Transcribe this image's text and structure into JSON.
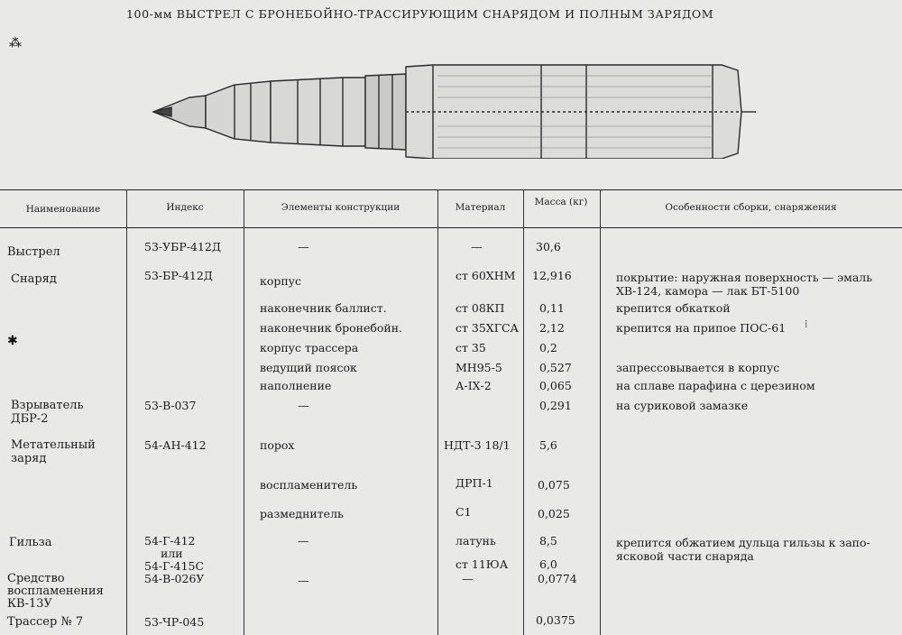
{
  "title": "100-мм ВЫСТРЕЛ С БРОНЕБОЙНО-ТРАССИРУЮЩИМ СНАРЯДОМ И ПОЛНЫМ ЗАРЯДОМ",
  "columns": {
    "name": "Наименование",
    "index": "Индекс",
    "elements": "Элементы конструкции",
    "material": "Материал",
    "mass": "Масса (кг)",
    "notes": "Особенности сборки, снаряжения"
  },
  "rows": {
    "vystrel": {
      "name": "Выстрел",
      "index": "53-УБР-412Д",
      "element": "—",
      "material": "—",
      "mass": "30,6"
    },
    "snaryad": {
      "name": "Снаряд",
      "index": "53-БР-412Д",
      "element": "корпус",
      "material": "ст 60ХНМ",
      "mass": "12,916",
      "note1": "покрытие: наружная поверхность — эмаль",
      "note2": "ХВ-124, камора — лак БТ-5100"
    },
    "nak_ball": {
      "element": "наконечник баллист.",
      "material": "ст 08КП",
      "mass": "0,11",
      "note": "крепится обкаткой"
    },
    "nak_bron": {
      "element": "наконечник бронебойн.",
      "material": "ст 35ХГСА",
      "mass": "2,12",
      "note": "крепится на припое ПОС-61"
    },
    "korpus_tras": {
      "element": "корпус трассера",
      "material": "ст 35",
      "mass": "0,2"
    },
    "poyasok": {
      "element": "ведущий поясок",
      "material": "МН95-5",
      "mass": "0,527",
      "note": "запрессовывается в корпус"
    },
    "napolnenie": {
      "element": "наполнение",
      "material": "А-IХ-2",
      "mass": "0,065",
      "note": "на сплаве парафина с церезином"
    },
    "vzryvatel": {
      "name1": "Взрыватель",
      "name2": "ДБР-2",
      "index": "53-В-037",
      "element": "—",
      "mass": "0,291",
      "note": "на суриковой замазке"
    },
    "zaryad": {
      "name1": "Метательный",
      "name2": "заряд",
      "index": "54-АН-412",
      "element": "порох",
      "material": "НДТ-3 18/1",
      "mass": "5,6"
    },
    "vosplam": {
      "element": "воспламенитель",
      "material": "ДРП-1",
      "mass": "0,075"
    },
    "razmed": {
      "element": "размеднитель",
      "material": "С1",
      "mass": "0,025"
    },
    "gilza": {
      "name": "Гильза",
      "index1": "54-Г-412",
      "ili": "или",
      "index2": "54-Г-415С",
      "element": "—",
      "material1": "латунь",
      "material2": "ст 11ЮА",
      "mass1": "8,5",
      "mass2": "6,0",
      "note1": "крепится обжатием дульца гильзы к запо-",
      "note2": "ясковой части снаряда"
    },
    "sredstvo": {
      "name1": "Средство",
      "name2": "воспламенения",
      "name3": "КВ-13У",
      "index": "54-В-026У",
      "element": "—",
      "material": "—",
      "mass": "0,0774"
    },
    "trasser": {
      "name": "Трассер № 7",
      "index": "53-ЧР-045",
      "mass": "0,0375"
    }
  }
}
